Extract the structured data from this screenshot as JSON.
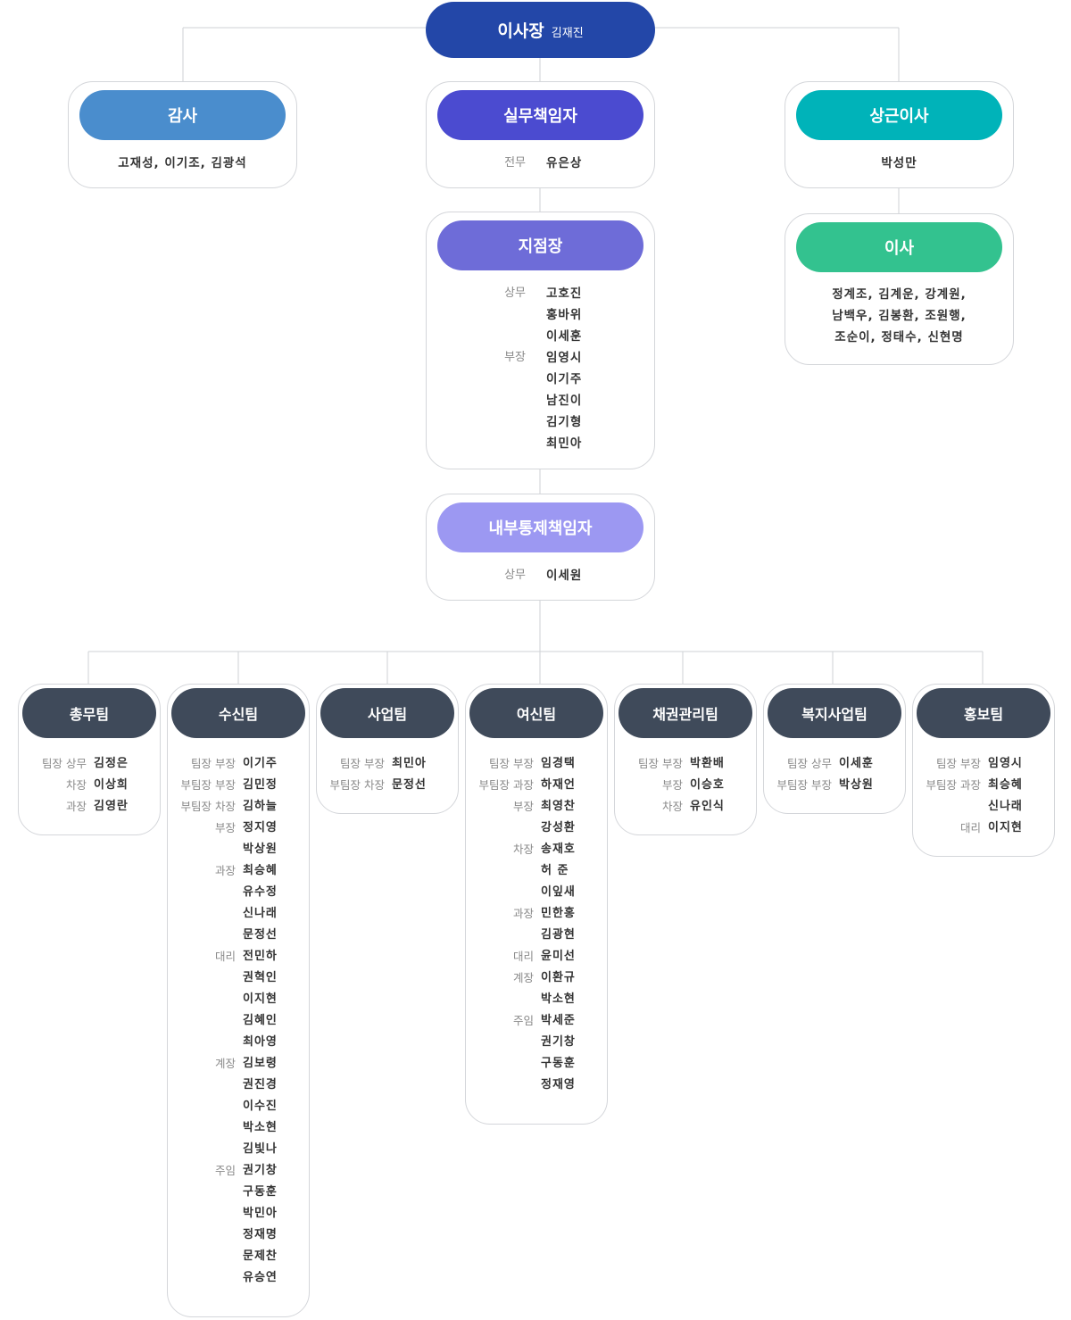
{
  "chairman": {
    "title": "이사장",
    "name": "김재진"
  },
  "colors": {
    "chairman": "#2347a8",
    "audit": "#4a8dcd",
    "exec": "#4b4bd0",
    "branch": "#6e6cd8",
    "internal": "#9c98f2",
    "standing": "#00b3b9",
    "directors": "#33c28f",
    "team": "#3f4a5a"
  },
  "audit": {
    "title": "감사",
    "members": "고재성, 이기조, 김광석"
  },
  "exec_officer": {
    "title": "실무책임자",
    "role": "전무",
    "name": "유은상"
  },
  "standing_director": {
    "title": "상근이사",
    "name": "박성만"
  },
  "directors": {
    "title": "이사",
    "lines": [
      "정계조, 김계운, 강계원,",
      "남백우, 김봉환, 조원행,",
      "조순이, 정태수, 신현명"
    ]
  },
  "branch_manager": {
    "title": "지점장",
    "rows": [
      {
        "role": "상무",
        "name": "고호진"
      },
      {
        "role": "",
        "name": "홍바위"
      },
      {
        "role": "",
        "name": "이세훈"
      },
      {
        "role": "부장",
        "name": "임영시"
      },
      {
        "role": "",
        "name": "이기주"
      },
      {
        "role": "",
        "name": "남진이"
      },
      {
        "role": "",
        "name": "김기형"
      },
      {
        "role": "",
        "name": "최민아"
      }
    ]
  },
  "internal_control": {
    "title": "내부통제책임자",
    "role": "상무",
    "name": "이세원"
  },
  "teams": [
    {
      "title": "총무팀",
      "rows": [
        {
          "role": "팀장 상무",
          "name": "김정은"
        },
        {
          "role": "차장",
          "name": "이상희"
        },
        {
          "role": "과장",
          "name": "김영란"
        }
      ]
    },
    {
      "title": "수신팀",
      "rows": [
        {
          "role": "팀장 부장",
          "name": "이기주"
        },
        {
          "role": "부팀장 부장",
          "name": "김민정"
        },
        {
          "role": "부팀장 차장",
          "name": "김하늘"
        },
        {
          "role": "부장",
          "name": "정지영"
        },
        {
          "role": "",
          "name": "박상원"
        },
        {
          "role": "과장",
          "name": "최승혜"
        },
        {
          "role": "",
          "name": "유수정"
        },
        {
          "role": "",
          "name": "신나래"
        },
        {
          "role": "",
          "name": "문정선"
        },
        {
          "role": "대리",
          "name": "전민하"
        },
        {
          "role": "",
          "name": "권혁인"
        },
        {
          "role": "",
          "name": "이지현"
        },
        {
          "role": "",
          "name": "김혜인"
        },
        {
          "role": "",
          "name": "최아영"
        },
        {
          "role": "계장",
          "name": "김보령"
        },
        {
          "role": "",
          "name": "권진경"
        },
        {
          "role": "",
          "name": "이수진"
        },
        {
          "role": "",
          "name": "박소현"
        },
        {
          "role": "",
          "name": "김빛나"
        },
        {
          "role": "주임",
          "name": "권기창"
        },
        {
          "role": "",
          "name": "구동훈"
        },
        {
          "role": "",
          "name": "박민아"
        },
        {
          "role": "",
          "name": "정재명"
        },
        {
          "role": "",
          "name": "문제찬"
        },
        {
          "role": "",
          "name": "유승연"
        }
      ]
    },
    {
      "title": "사업팀",
      "rows": [
        {
          "role": "팀장 부장",
          "name": "최민아"
        },
        {
          "role": "부팀장 차장",
          "name": "문정선"
        }
      ]
    },
    {
      "title": "여신팀",
      "rows": [
        {
          "role": "팀장 부장",
          "name": "임경택"
        },
        {
          "role": "부팀장 과장",
          "name": "하재언"
        },
        {
          "role": "부장",
          "name": "최영찬"
        },
        {
          "role": "",
          "name": "강성환"
        },
        {
          "role": "차장",
          "name": "송재호"
        },
        {
          "role": "",
          "name": "허 준"
        },
        {
          "role": "",
          "name": "이잎새"
        },
        {
          "role": "과장",
          "name": "민한홍"
        },
        {
          "role": "",
          "name": "김광현"
        },
        {
          "role": "대리",
          "name": "윤미선"
        },
        {
          "role": "계장",
          "name": "이환규"
        },
        {
          "role": "",
          "name": "박소현"
        },
        {
          "role": "주임",
          "name": "박세준"
        },
        {
          "role": "",
          "name": "권기창"
        },
        {
          "role": "",
          "name": "구동훈"
        },
        {
          "role": "",
          "name": "정재영"
        }
      ]
    },
    {
      "title": "채권관리팀",
      "rows": [
        {
          "role": "팀장 부장",
          "name": "박환배"
        },
        {
          "role": "부장",
          "name": "이승호"
        },
        {
          "role": "차장",
          "name": "유인식"
        }
      ]
    },
    {
      "title": "복지사업팀",
      "rows": [
        {
          "role": "팀장 상무",
          "name": "이세훈"
        },
        {
          "role": "부팀장 부장",
          "name": "박상원"
        }
      ]
    },
    {
      "title": "홍보팀",
      "rows": [
        {
          "role": "팀장 부장",
          "name": "임영시"
        },
        {
          "role": "부팀장 과장",
          "name": "최승혜"
        },
        {
          "role": "",
          "name": "신나래"
        },
        {
          "role": "대리",
          "name": "이지현"
        }
      ]
    }
  ]
}
